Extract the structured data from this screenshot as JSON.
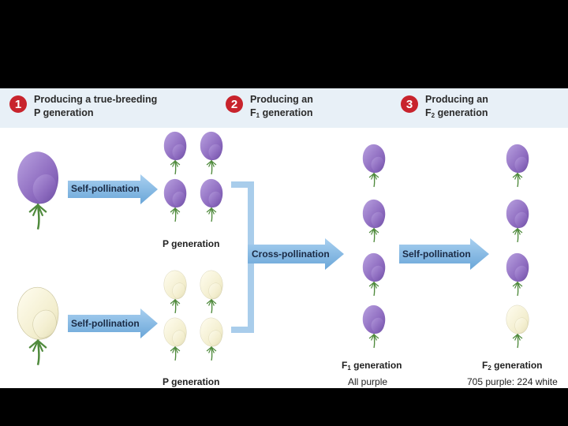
{
  "steps": [
    {
      "num": "1",
      "line1": "Producing a true-breeding",
      "line2": "P generation"
    },
    {
      "num": "2",
      "line1": "Producing an",
      "line2_pre": "F",
      "line2_sub": "1",
      "line2_post": " generation"
    },
    {
      "num": "3",
      "line1": "Producing an",
      "line2_pre": "F",
      "line2_sub": "2",
      "line2_post": " generation"
    }
  ],
  "arrows": {
    "self_pollination_top": "Self-pollination",
    "self_pollination_bottom": "Self-pollination",
    "cross_pollination": "Cross-pollination",
    "self_pollination_f1": "Self-pollination"
  },
  "labels": {
    "p_generation_top": "P generation",
    "p_generation_bottom": "P generation",
    "f1_pre": "F",
    "f1_sub": "1",
    "f1_post": " generation",
    "f1_note": "All purple",
    "f2_pre": "F",
    "f2_sub": "2",
    "f2_post": " generation",
    "f2_note": "705 purple: 224 white"
  },
  "colors": {
    "purple_flower": "#9b7cc8",
    "white_flower": "#f3efd3",
    "arrow_fill": "#7fb4df",
    "step_number": "#c8232c",
    "header_stripe": "#e8f0f7"
  }
}
